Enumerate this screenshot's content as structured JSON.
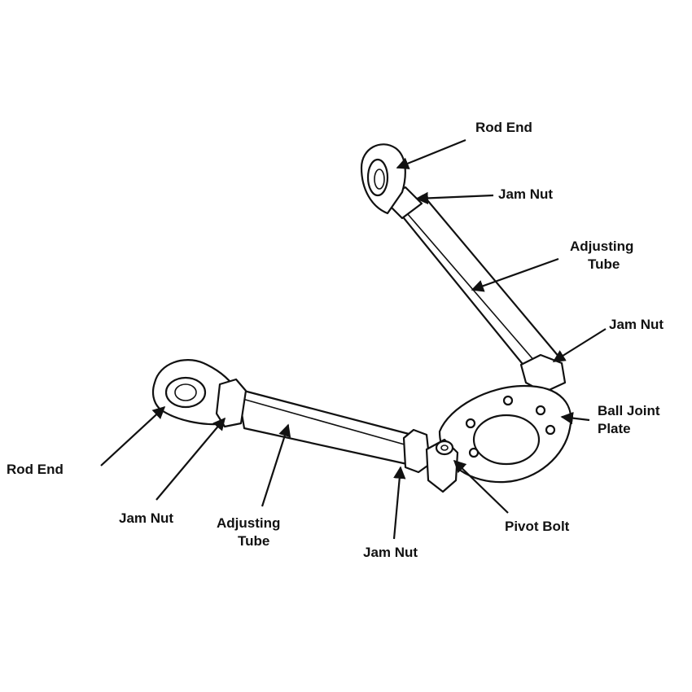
{
  "diagram": {
    "labels": {
      "rod_end_top": "Rod End",
      "jam_nut_top": "Jam Nut",
      "adjusting_top_1": "Adjusting",
      "adjusting_top_2": "Tube",
      "jam_nut_right": "Jam Nut",
      "ball_joint_1": "Ball Joint",
      "ball_joint_2": "Plate",
      "pivot_bolt": "Pivot Bolt",
      "jam_nut_bottom": "Jam Nut",
      "adjusting_left_1": "Adjusting",
      "adjusting_left_2": "Tube",
      "jam_nut_left": "Jam Nut",
      "rod_end_left": "Rod End"
    },
    "colors": {
      "ink": "#111111",
      "background": "#ffffff"
    }
  }
}
